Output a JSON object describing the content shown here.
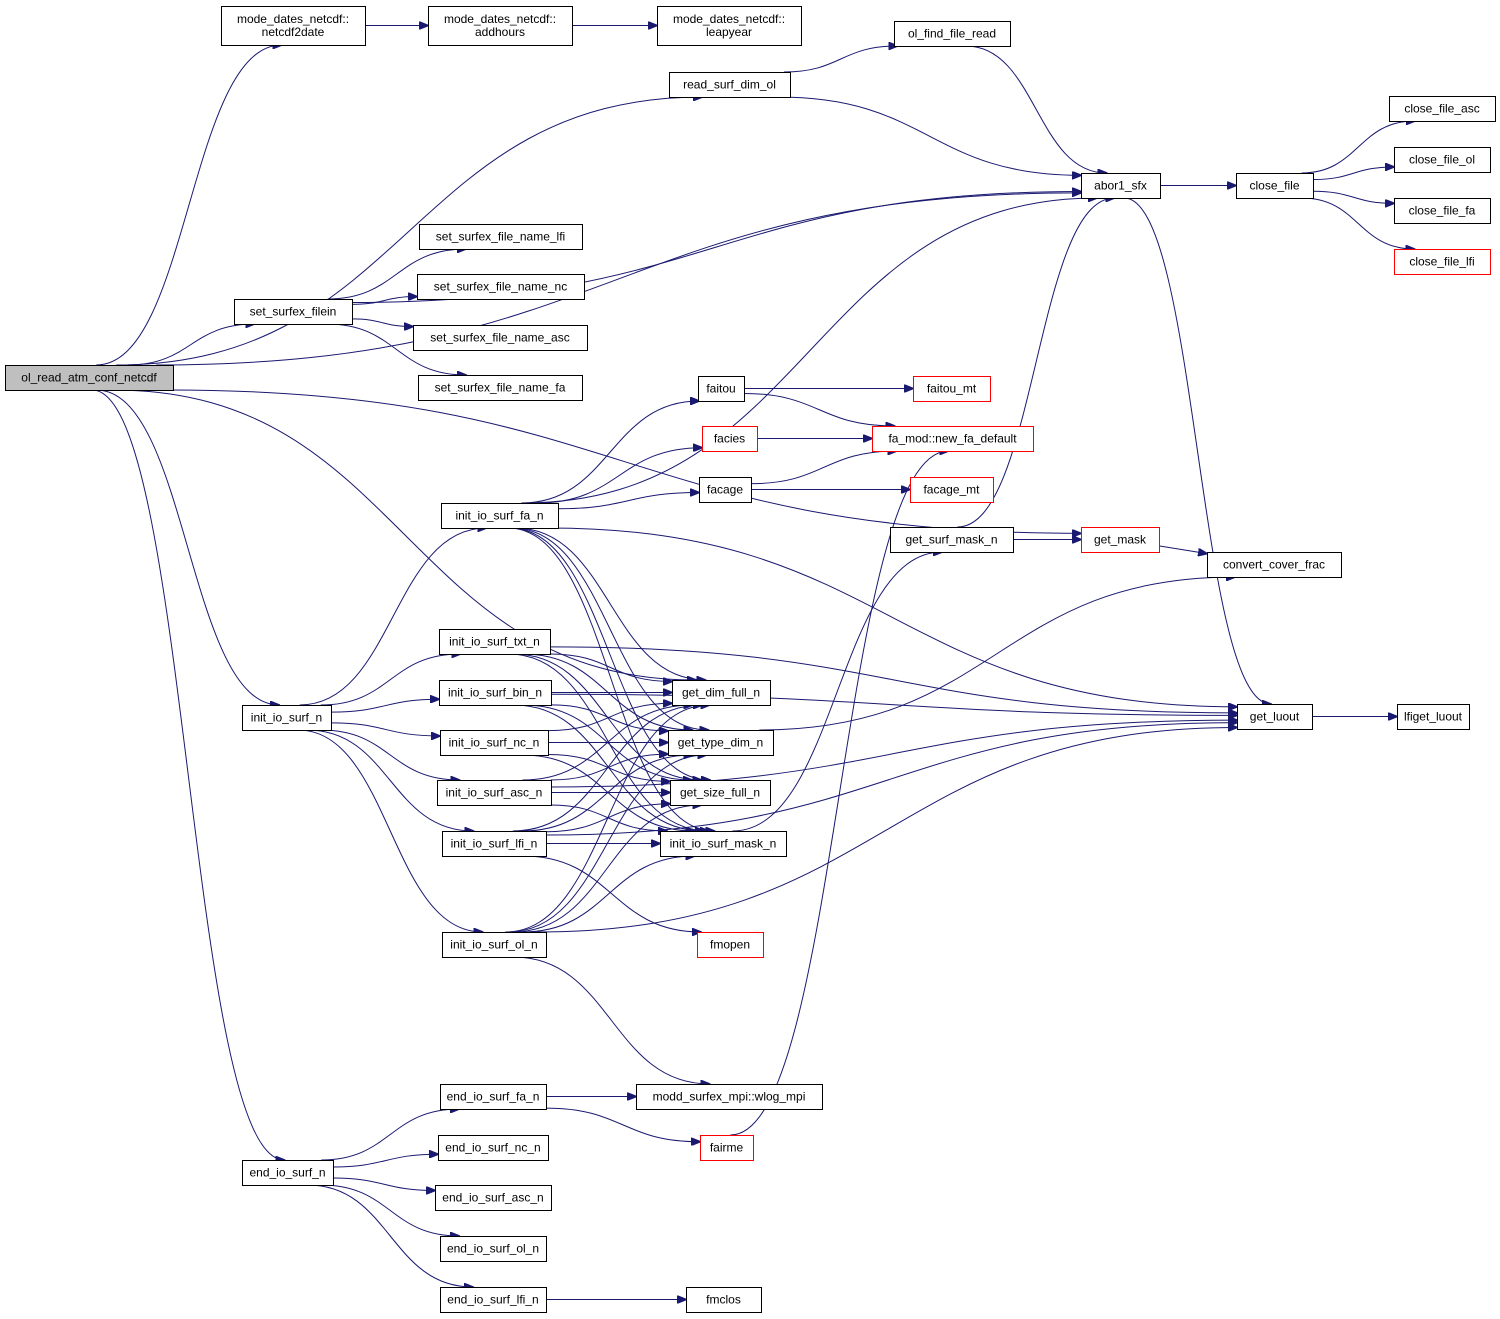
{
  "diagram": {
    "type": "call-graph",
    "root": "ol_read_atm_conf_netcdf",
    "colors": {
      "edge": "#191970",
      "root_fill": "#bfbfbf",
      "node_fill": "#ffffff",
      "node_border": "#000000",
      "truncated_border": "#ff0000"
    },
    "nodes": [
      {
        "id": "root",
        "lines": [
          "ol_read_atm_conf_netcdf"
        ],
        "style": "root"
      },
      {
        "id": "netcdf2date",
        "lines": [
          "mode_dates_netcdf::",
          "netcdf2date"
        ],
        "style": "normal"
      },
      {
        "id": "addhours",
        "lines": [
          "mode_dates_netcdf::",
          "addhours"
        ],
        "style": "normal"
      },
      {
        "id": "leapyear",
        "lines": [
          "mode_dates_netcdf::",
          "leapyear"
        ],
        "style": "normal"
      },
      {
        "id": "read_surf_dim_ol",
        "lines": [
          "read_surf_dim_ol"
        ],
        "style": "normal"
      },
      {
        "id": "ol_find_file_read",
        "lines": [
          "ol_find_file_read"
        ],
        "style": "normal"
      },
      {
        "id": "abor1_sfx",
        "lines": [
          "abor1_sfx"
        ],
        "style": "normal"
      },
      {
        "id": "close_file",
        "lines": [
          "close_file"
        ],
        "style": "normal"
      },
      {
        "id": "close_file_asc",
        "lines": [
          "close_file_asc"
        ],
        "style": "normal"
      },
      {
        "id": "close_file_ol",
        "lines": [
          "close_file_ol"
        ],
        "style": "normal"
      },
      {
        "id": "close_file_fa",
        "lines": [
          "close_file_fa"
        ],
        "style": "normal"
      },
      {
        "id": "close_file_lfi",
        "lines": [
          "close_file_lfi"
        ],
        "style": "red"
      },
      {
        "id": "set_surfex_filein",
        "lines": [
          "set_surfex_filein"
        ],
        "style": "normal"
      },
      {
        "id": "set_surfex_file_name_lfi",
        "lines": [
          "set_surfex_file_name_lfi"
        ],
        "style": "normal"
      },
      {
        "id": "set_surfex_file_name_nc",
        "lines": [
          "set_surfex_file_name_nc"
        ],
        "style": "normal"
      },
      {
        "id": "set_surfex_file_name_asc",
        "lines": [
          "set_surfex_file_name_asc"
        ],
        "style": "normal"
      },
      {
        "id": "set_surfex_file_name_fa",
        "lines": [
          "set_surfex_file_name_fa"
        ],
        "style": "normal"
      },
      {
        "id": "faitou",
        "lines": [
          "faitou"
        ],
        "style": "normal"
      },
      {
        "id": "faitou_mt",
        "lines": [
          "faitou_mt"
        ],
        "style": "red"
      },
      {
        "id": "facies",
        "lines": [
          "facies"
        ],
        "style": "red"
      },
      {
        "id": "new_fa_default",
        "lines": [
          "fa_mod::new_fa_default"
        ],
        "style": "red"
      },
      {
        "id": "facage",
        "lines": [
          "facage"
        ],
        "style": "normal"
      },
      {
        "id": "facage_mt",
        "lines": [
          "facage_mt"
        ],
        "style": "red"
      },
      {
        "id": "init_io_surf_fa_n",
        "lines": [
          "init_io_surf_fa_n"
        ],
        "style": "normal"
      },
      {
        "id": "get_surf_mask_n",
        "lines": [
          "get_surf_mask_n"
        ],
        "style": "normal"
      },
      {
        "id": "get_mask",
        "lines": [
          "get_mask"
        ],
        "style": "red"
      },
      {
        "id": "convert_cover_frac",
        "lines": [
          "convert_cover_frac"
        ],
        "style": "normal"
      },
      {
        "id": "init_io_surf_txt_n",
        "lines": [
          "init_io_surf_txt_n"
        ],
        "style": "normal"
      },
      {
        "id": "init_io_surf_bin_n",
        "lines": [
          "init_io_surf_bin_n"
        ],
        "style": "normal"
      },
      {
        "id": "init_io_surf_nc_n",
        "lines": [
          "init_io_surf_nc_n"
        ],
        "style": "normal"
      },
      {
        "id": "init_io_surf_asc_n",
        "lines": [
          "init_io_surf_asc_n"
        ],
        "style": "normal"
      },
      {
        "id": "init_io_surf_lfi_n",
        "lines": [
          "init_io_surf_lfi_n"
        ],
        "style": "normal"
      },
      {
        "id": "init_io_surf_ol_n",
        "lines": [
          "init_io_surf_ol_n"
        ],
        "style": "normal"
      },
      {
        "id": "init_io_surf_n",
        "lines": [
          "init_io_surf_n"
        ],
        "style": "normal"
      },
      {
        "id": "get_dim_full_n",
        "lines": [
          "get_dim_full_n"
        ],
        "style": "normal"
      },
      {
        "id": "get_type_dim_n",
        "lines": [
          "get_type_dim_n"
        ],
        "style": "normal"
      },
      {
        "id": "get_size_full_n",
        "lines": [
          "get_size_full_n"
        ],
        "style": "normal"
      },
      {
        "id": "init_io_surf_mask_n",
        "lines": [
          "init_io_surf_mask_n"
        ],
        "style": "normal"
      },
      {
        "id": "get_luout",
        "lines": [
          "get_luout"
        ],
        "style": "normal"
      },
      {
        "id": "lfiget_luout",
        "lines": [
          "lfiget_luout"
        ],
        "style": "normal"
      },
      {
        "id": "fmopen",
        "lines": [
          "fmopen"
        ],
        "style": "red"
      },
      {
        "id": "end_io_surf_n",
        "lines": [
          "end_io_surf_n"
        ],
        "style": "normal"
      },
      {
        "id": "end_io_surf_fa_n",
        "lines": [
          "end_io_surf_fa_n"
        ],
        "style": "normal"
      },
      {
        "id": "end_io_surf_nc_n",
        "lines": [
          "end_io_surf_nc_n"
        ],
        "style": "normal"
      },
      {
        "id": "end_io_surf_asc_n",
        "lines": [
          "end_io_surf_asc_n"
        ],
        "style": "normal"
      },
      {
        "id": "end_io_surf_ol_n",
        "lines": [
          "end_io_surf_ol_n"
        ],
        "style": "normal"
      },
      {
        "id": "end_io_surf_lfi_n",
        "lines": [
          "end_io_surf_lfi_n"
        ],
        "style": "normal"
      },
      {
        "id": "wlog_mpi",
        "lines": [
          "modd_surfex_mpi::wlog_mpi"
        ],
        "style": "normal"
      },
      {
        "id": "fairme",
        "lines": [
          "fairme"
        ],
        "style": "red"
      },
      {
        "id": "fmclos",
        "lines": [
          "fmclos"
        ],
        "style": "normal"
      }
    ],
    "edges": [
      [
        "root",
        "netcdf2date"
      ],
      [
        "root",
        "read_surf_dim_ol"
      ],
      [
        "root",
        "abor1_sfx"
      ],
      [
        "root",
        "set_surfex_filein"
      ],
      [
        "root",
        "get_mask"
      ],
      [
        "root",
        "init_io_surf_n"
      ],
      [
        "root",
        "end_io_surf_n"
      ],
      [
        "root",
        "get_dim_full_n"
      ],
      [
        "netcdf2date",
        "addhours"
      ],
      [
        "addhours",
        "leapyear"
      ],
      [
        "read_surf_dim_ol",
        "ol_find_file_read"
      ],
      [
        "read_surf_dim_ol",
        "abor1_sfx"
      ],
      [
        "ol_find_file_read",
        "abor1_sfx"
      ],
      [
        "abor1_sfx",
        "close_file"
      ],
      [
        "abor1_sfx",
        "get_luout"
      ],
      [
        "close_file",
        "close_file_asc"
      ],
      [
        "close_file",
        "close_file_ol"
      ],
      [
        "close_file",
        "close_file_fa"
      ],
      [
        "close_file",
        "close_file_lfi"
      ],
      [
        "set_surfex_filein",
        "abor1_sfx"
      ],
      [
        "set_surfex_filein",
        "set_surfex_file_name_lfi"
      ],
      [
        "set_surfex_filein",
        "set_surfex_file_name_nc"
      ],
      [
        "set_surfex_filein",
        "set_surfex_file_name_asc"
      ],
      [
        "set_surfex_filein",
        "set_surfex_file_name_fa"
      ],
      [
        "init_io_surf_n",
        "init_io_surf_fa_n"
      ],
      [
        "init_io_surf_n",
        "init_io_surf_txt_n"
      ],
      [
        "init_io_surf_n",
        "init_io_surf_bin_n"
      ],
      [
        "init_io_surf_n",
        "init_io_surf_nc_n"
      ],
      [
        "init_io_surf_n",
        "init_io_surf_asc_n"
      ],
      [
        "init_io_surf_n",
        "init_io_surf_lfi_n"
      ],
      [
        "init_io_surf_n",
        "init_io_surf_ol_n"
      ],
      [
        "init_io_surf_fa_n",
        "abor1_sfx"
      ],
      [
        "init_io_surf_fa_n",
        "faitou"
      ],
      [
        "init_io_surf_fa_n",
        "facies"
      ],
      [
        "init_io_surf_fa_n",
        "facage"
      ],
      [
        "init_io_surf_fa_n",
        "get_luout"
      ],
      [
        "init_io_surf_fa_n",
        "get_dim_full_n"
      ],
      [
        "init_io_surf_fa_n",
        "get_type_dim_n"
      ],
      [
        "init_io_surf_fa_n",
        "get_size_full_n"
      ],
      [
        "init_io_surf_fa_n",
        "init_io_surf_mask_n"
      ],
      [
        "faitou",
        "faitou_mt"
      ],
      [
        "faitou",
        "new_fa_default"
      ],
      [
        "facies",
        "new_fa_default"
      ],
      [
        "facage",
        "new_fa_default"
      ],
      [
        "facage",
        "facage_mt"
      ],
      [
        "get_surf_mask_n",
        "abor1_sfx"
      ],
      [
        "get_surf_mask_n",
        "get_mask"
      ],
      [
        "get_mask",
        "convert_cover_frac"
      ],
      [
        "init_io_surf_txt_n",
        "get_luout"
      ],
      [
        "init_io_surf_txt_n",
        "get_dim_full_n"
      ],
      [
        "init_io_surf_txt_n",
        "get_type_dim_n"
      ],
      [
        "init_io_surf_txt_n",
        "get_size_full_n"
      ],
      [
        "init_io_surf_txt_n",
        "init_io_surf_mask_n"
      ],
      [
        "init_io_surf_bin_n",
        "get_luout"
      ],
      [
        "init_io_surf_bin_n",
        "get_dim_full_n"
      ],
      [
        "init_io_surf_bin_n",
        "get_type_dim_n"
      ],
      [
        "init_io_surf_bin_n",
        "get_size_full_n"
      ],
      [
        "init_io_surf_bin_n",
        "init_io_surf_mask_n"
      ],
      [
        "init_io_surf_nc_n",
        "get_dim_full_n"
      ],
      [
        "init_io_surf_nc_n",
        "get_type_dim_n"
      ],
      [
        "init_io_surf_nc_n",
        "get_size_full_n"
      ],
      [
        "init_io_surf_nc_n",
        "init_io_surf_mask_n"
      ],
      [
        "init_io_surf_asc_n",
        "get_dim_full_n"
      ],
      [
        "init_io_surf_asc_n",
        "get_type_dim_n"
      ],
      [
        "init_io_surf_asc_n",
        "get_size_full_n"
      ],
      [
        "init_io_surf_asc_n",
        "init_io_surf_mask_n"
      ],
      [
        "init_io_surf_asc_n",
        "get_luout"
      ],
      [
        "init_io_surf_lfi_n",
        "get_dim_full_n"
      ],
      [
        "init_io_surf_lfi_n",
        "get_type_dim_n"
      ],
      [
        "init_io_surf_lfi_n",
        "get_size_full_n"
      ],
      [
        "init_io_surf_lfi_n",
        "init_io_surf_mask_n"
      ],
      [
        "init_io_surf_lfi_n",
        "fmopen"
      ],
      [
        "init_io_surf_lfi_n",
        "get_luout"
      ],
      [
        "init_io_surf_ol_n",
        "get_dim_full_n"
      ],
      [
        "init_io_surf_ol_n",
        "get_type_dim_n"
      ],
      [
        "init_io_surf_ol_n",
        "get_size_full_n"
      ],
      [
        "init_io_surf_ol_n",
        "init_io_surf_mask_n"
      ],
      [
        "init_io_surf_ol_n",
        "get_luout"
      ],
      [
        "init_io_surf_ol_n",
        "wlog_mpi"
      ],
      [
        "get_type_dim_n",
        "convert_cover_frac"
      ],
      [
        "init_io_surf_mask_n",
        "get_surf_mask_n"
      ],
      [
        "get_luout",
        "lfiget_luout"
      ],
      [
        "end_io_surf_n",
        "end_io_surf_fa_n"
      ],
      [
        "end_io_surf_n",
        "end_io_surf_nc_n"
      ],
      [
        "end_io_surf_n",
        "end_io_surf_asc_n"
      ],
      [
        "end_io_surf_n",
        "end_io_surf_ol_n"
      ],
      [
        "end_io_surf_n",
        "end_io_surf_lfi_n"
      ],
      [
        "end_io_surf_fa_n",
        "wlog_mpi"
      ],
      [
        "end_io_surf_fa_n",
        "fairme"
      ],
      [
        "fairme",
        "new_fa_default"
      ],
      [
        "end_io_surf_lfi_n",
        "fmclos"
      ]
    ]
  }
}
